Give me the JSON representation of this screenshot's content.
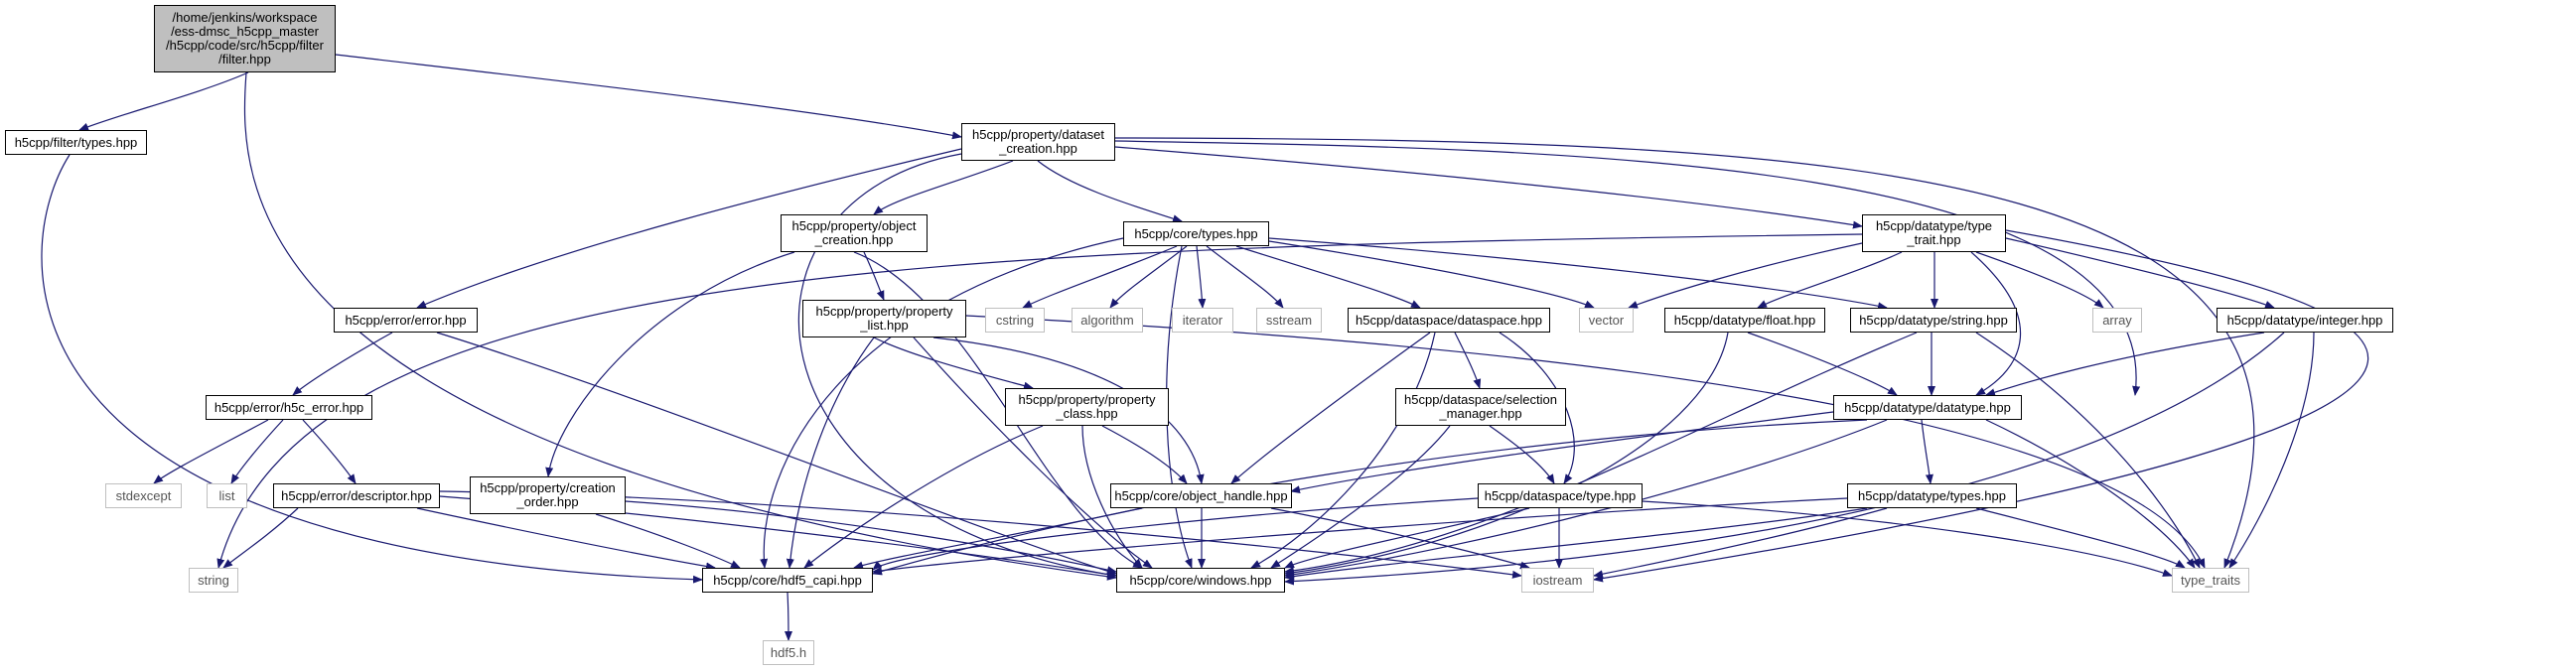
{
  "colors": {
    "edge": "#191970",
    "root_fill": "#bfbfbf",
    "node_border": "#000000",
    "external_border": "#bfbfbf"
  },
  "nodes": {
    "root": "/home/jenkins/workspace\n/ess-dmsc_h5cpp_master\n/h5cpp/code/src/h5cpp/filter\n/filter.hpp",
    "filter_types": "h5cpp/filter/types.hpp",
    "dataset_creation": "h5cpp/property/dataset\n_creation.hpp",
    "object_creation": "h5cpp/property/object\n_creation.hpp",
    "core_types": "h5cpp/core/types.hpp",
    "type_trait": "h5cpp/datatype/type\n_trait.hpp",
    "error": "h5cpp/error/error.hpp",
    "property_list": "h5cpp/property/property\n_list.hpp",
    "cstring": "cstring",
    "algorithm": "algorithm",
    "iterator": "iterator",
    "sstream": "sstream",
    "dataspace": "h5cpp/dataspace/dataspace.hpp",
    "vector": "vector",
    "float": "h5cpp/datatype/float.hpp",
    "string_hpp": "h5cpp/datatype/string.hpp",
    "array": "array",
    "integer": "h5cpp/datatype/integer.hpp",
    "h5c_error": "h5cpp/error/h5c_error.hpp",
    "property_class": "h5cpp/property/property\n_class.hpp",
    "selection_manager": "h5cpp/dataspace/selection\n_manager.hpp",
    "datatype": "h5cpp/datatype/datatype.hpp",
    "stdexcept": "stdexcept",
    "list": "list",
    "descriptor": "h5cpp/error/descriptor.hpp",
    "creation_order": "h5cpp/property/creation\n_order.hpp",
    "object_handle": "h5cpp/core/object_handle.hpp",
    "dataspace_type": "h5cpp/dataspace/type.hpp",
    "datatype_types": "h5cpp/datatype/types.hpp",
    "string": "string",
    "hdf5_capi": "h5cpp/core/hdf5_capi.hpp",
    "windows": "h5cpp/core/windows.hpp",
    "iostream": "iostream",
    "type_traits": "type_traits",
    "hdf5_h": "hdf5.h"
  }
}
